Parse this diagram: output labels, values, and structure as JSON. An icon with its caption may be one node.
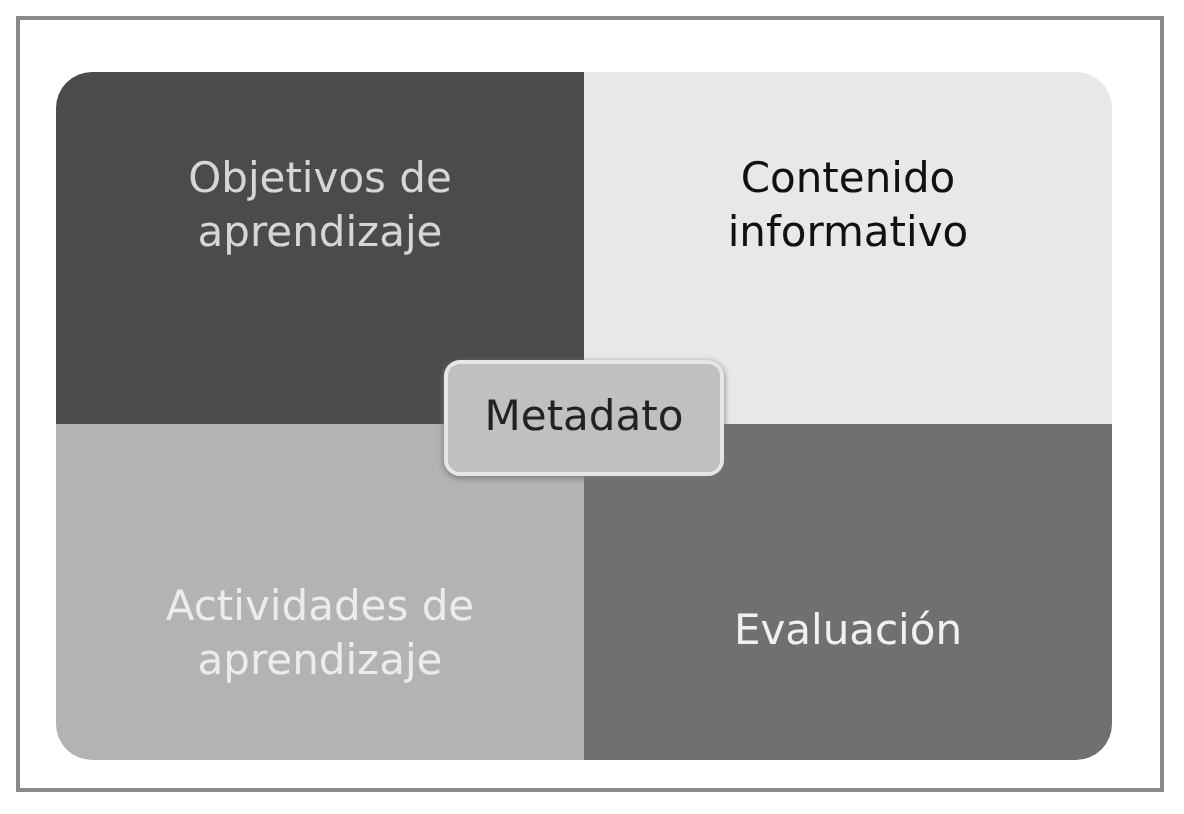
{
  "diagram": {
    "nodes": [
      {
        "text": [
          "Objetivos de aprendizaje"
        ]
      },
      {
        "text": [
          "Contenido informativo"
        ]
      },
      {
        "text": [
          "Metadato"
        ]
      },
      {
        "text": [
          "Actividades de aprendizaje"
        ]
      },
      {
        "text": [
          "Evaluación"
        ]
      }
    ]
  }
}
